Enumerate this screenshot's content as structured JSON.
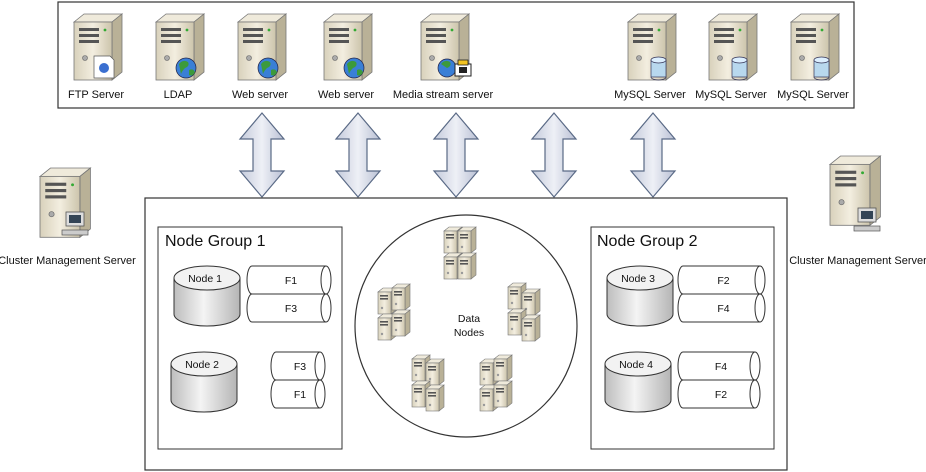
{
  "top_servers": [
    {
      "label": "FTP Server",
      "badge": "ftp-icon"
    },
    {
      "label": "LDAP",
      "badge": "globe-icon"
    },
    {
      "label": "Web server",
      "badge": "globe-icon"
    },
    {
      "label": "Web server",
      "badge": "globe-icon"
    },
    {
      "label": "Media stream server",
      "badge": "media-icon"
    },
    {
      "label": "MySQL Server",
      "badge": "database-icon"
    },
    {
      "label": "MySQL Server",
      "badge": "database-icon"
    },
    {
      "label": "MySQL Server",
      "badge": "database-icon"
    }
  ],
  "cluster_mgmt_left": {
    "label": "Cluster Management Server"
  },
  "cluster_mgmt_right": {
    "label": "Cluster Management Server"
  },
  "node_group_1": {
    "title": "Node Group 1",
    "nodes": [
      {
        "label": "Node 1",
        "fragments": [
          "F1",
          "F3"
        ]
      },
      {
        "label": "Node 2",
        "fragments": [
          "F3",
          "F1"
        ]
      }
    ]
  },
  "node_group_2": {
    "title": "Node Group 2",
    "nodes": [
      {
        "label": "Node 3",
        "fragments": [
          "F2",
          "F4"
        ]
      },
      {
        "label": "Node 4",
        "fragments": [
          "F4",
          "F2"
        ]
      }
    ]
  },
  "data_nodes": {
    "line1": "Data",
    "line2": "Nodes"
  },
  "colors": {
    "server_body": "#e8e2d0",
    "server_side": "#c9c1a8",
    "arrow_fill": "#d7dbe8",
    "arrow_stroke": "#5a6a86",
    "cylinder_top": "#eeeeee",
    "cylinder_body": "#d9d9d9"
  }
}
